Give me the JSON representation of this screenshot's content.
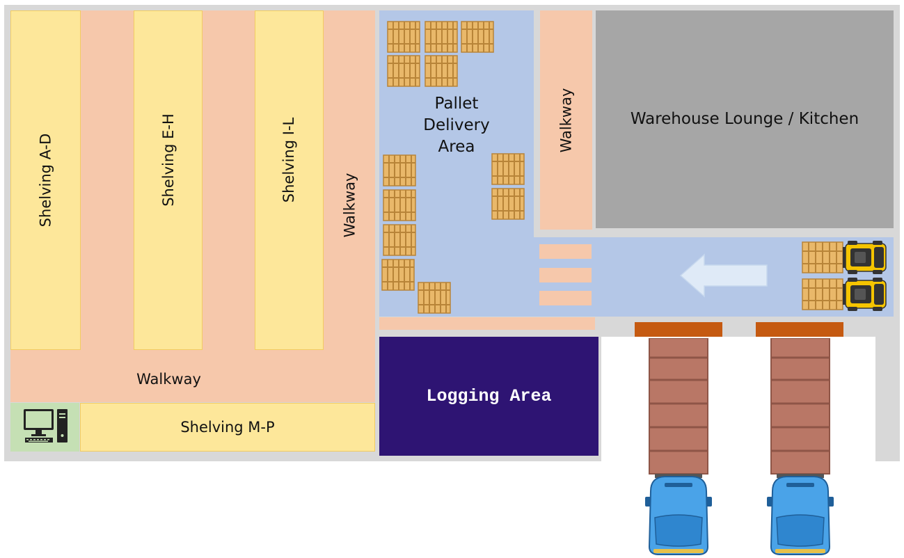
{
  "zones": {
    "shelving_ad": "Shelving A-D",
    "shelving_eh": "Shelving E-H",
    "shelving_il": "Shelving I-L",
    "shelving_mp": "Shelving M-P",
    "walkway_vertical": "Walkway",
    "walkway_horizontal": "Walkway",
    "walkway_right": "Walkway",
    "pallet_delivery": "Pallet Delivery Area",
    "lounge": "Warehouse Lounge / Kitchen",
    "logging": "Logging Area"
  },
  "icons": [
    "computer-icon",
    "pallet-icon",
    "forklift-icon",
    "arrow-left-icon",
    "truck-icon"
  ],
  "colors": {
    "wall": "#d8d8d8",
    "walkway": "#f6c8ab",
    "shelving": "#fde79a",
    "pallet_area": "#b4c7e7",
    "lounge": "#a6a6a6",
    "logging": "#2e1473",
    "computer_area": "#c5e0b4",
    "dock": "#c55a11",
    "trailer": "#b97766",
    "cab": "#4aa3e8"
  }
}
